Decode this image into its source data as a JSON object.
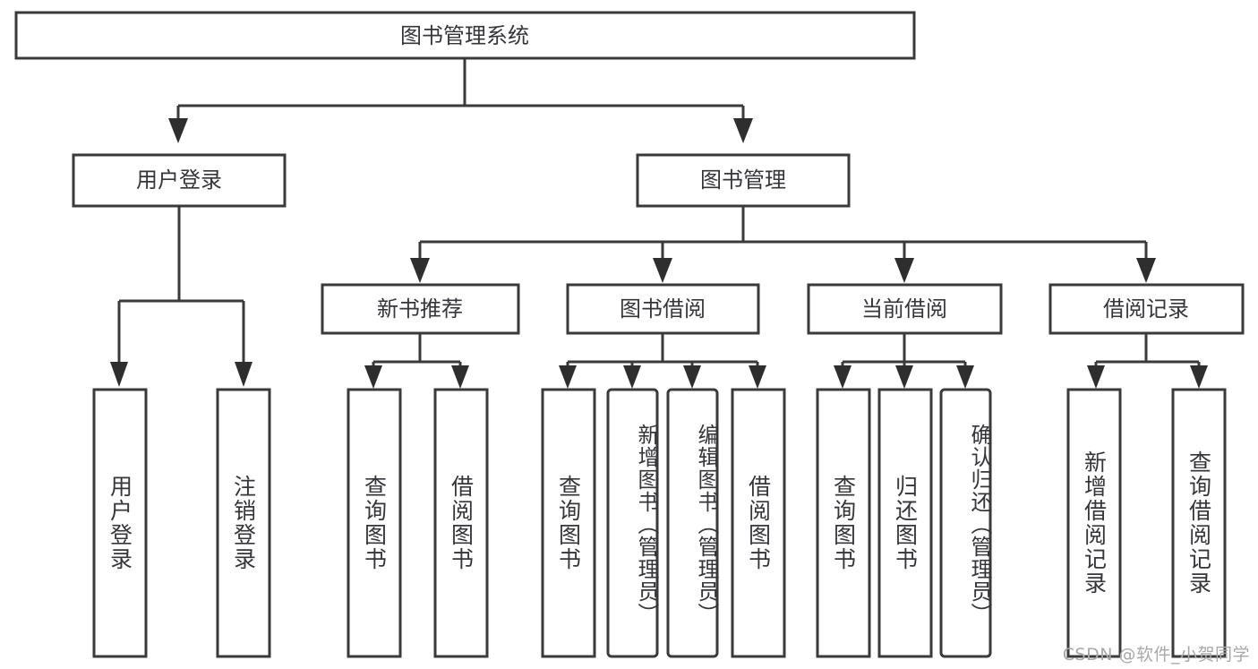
{
  "diagram": {
    "title": "图书管理系统",
    "type": "tree-hierarchy",
    "watermark": "CSDN @软件_小贺同学",
    "colors": {
      "box_stroke": "#3a3a3a",
      "box_fill": "#ffffff",
      "text": "#35353a",
      "connector": "#3a3a3a",
      "background": "#ffffff",
      "watermark": "#a8a8a8"
    },
    "root": {
      "label": "图书管理系统"
    },
    "level2": [
      {
        "label": "用户登录"
      },
      {
        "label": "图书管理"
      }
    ],
    "level3": [
      {
        "label": "新书推荐"
      },
      {
        "label": "图书借阅"
      },
      {
        "label": "当前借阅"
      },
      {
        "label": "借阅记录"
      }
    ],
    "leaves": {
      "user_login": [
        {
          "label": "用户登录"
        },
        {
          "label": "注销登录"
        }
      ],
      "new_book_recommend": [
        {
          "label": "查询图书"
        },
        {
          "label": "借阅图书"
        }
      ],
      "book_borrow": [
        {
          "label": "查询图书"
        },
        {
          "label": "新增图书（管理员）"
        },
        {
          "label": "编辑图书（管理员）"
        },
        {
          "label": "借阅图书"
        }
      ],
      "current_borrow": [
        {
          "label": "查询图书"
        },
        {
          "label": "归还图书"
        },
        {
          "label": "确认归还（管理员）"
        }
      ],
      "borrow_record": [
        {
          "label": "新增借阅记录"
        },
        {
          "label": "查询借阅记录"
        }
      ]
    }
  }
}
